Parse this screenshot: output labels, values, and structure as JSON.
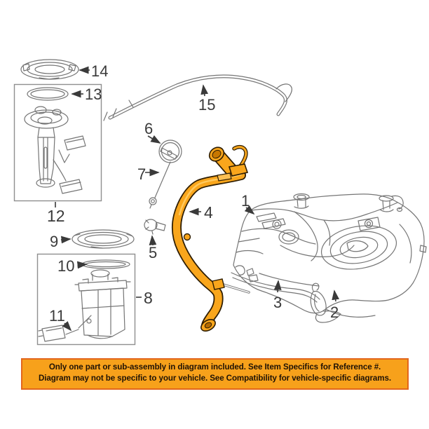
{
  "diagram": {
    "type": "oem-parts-exploded-diagram",
    "subject": "fuel system",
    "callouts": {
      "c1": "1",
      "c2": "2",
      "c3": "3",
      "c4": "4",
      "c5": "5",
      "c6": "6",
      "c7": "7",
      "c8": "8",
      "c9": "9",
      "c10": "10",
      "c11": "11",
      "c12": "12",
      "c13": "13",
      "c14": "14",
      "c15": "15"
    },
    "highlighted_callout": "4",
    "colors": {
      "background": "#FFFFFF",
      "line_art": "#757575",
      "callout_text": "#3A3A3A",
      "highlight_fill": "#F9A61C",
      "highlight_shadow": "#C77700",
      "highlight_outline": "#2E1D02"
    }
  },
  "disclaimer": {
    "line1": "Only one part or sub-assembly in diagram included. See Item Specifics for Reference #.",
    "line2": "Diagram may not be specific to your vehicle. See Compatibility for vehicle-specific diagrams.",
    "bg_color": "#F7A11B",
    "border_color": "#E2661C",
    "text_color": "#201305"
  }
}
